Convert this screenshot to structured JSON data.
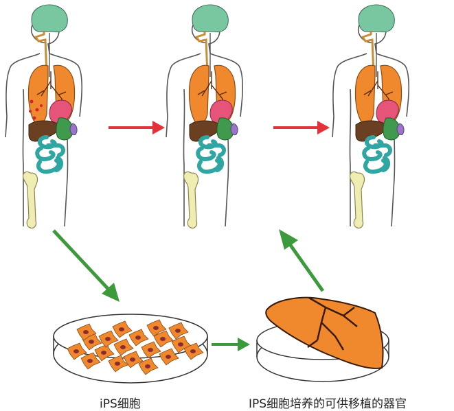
{
  "captions": {
    "ips_cells": "iPS细胞",
    "cultured_organ": "IPS细胞培养的可供移植的器官"
  },
  "colors": {
    "outline": "#333333",
    "brain": "#79c7a1",
    "lung": "#f0892e",
    "heart": "#e7547a",
    "liver": "#6b3f22",
    "stomach": "#3f9a4e",
    "spleen": "#9a76c6",
    "intestine": "#2fa6a2",
    "bone": "#f0edb2",
    "esophagus": "#c98e38",
    "disease_spots": "#d4252d",
    "progression_arrow": "#e2323a",
    "process_arrow": "#3c9a3c",
    "cell": "#f0892e",
    "cell_nucleus": "#8a2c2f"
  },
  "figures": [
    {
      "id": "patient-diseased",
      "diseased": true
    },
    {
      "id": "patient-middle",
      "diseased": false
    },
    {
      "id": "patient-treated",
      "diseased": false
    }
  ]
}
